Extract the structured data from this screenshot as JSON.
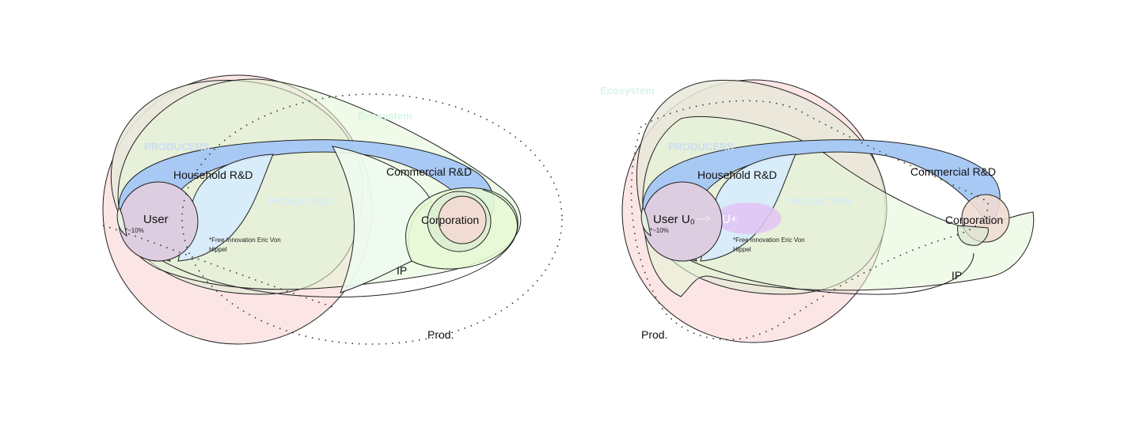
{
  "colors": {
    "producers_blue": "#a9c9f5",
    "household_lightblue": "#d7ebfb",
    "olive": "#e8e9d9",
    "pink": "#fbe1e1",
    "light_green": "#e8f8d8",
    "mint": "#eefbef",
    "corp": "#f0dcd2",
    "user_purple": "#dccde0",
    "uplus": "#e2c4f5"
  },
  "left": {
    "ecosystem": "Ecosystem",
    "producers": "PRODUCERS",
    "household_rd": "Household R&D",
    "commercial_rd": "Commercial R&D",
    "user": "User",
    "user_pct": "*~10%",
    "note_line1": "*Free Innovation Eric Von",
    "note_line2": "Hippel",
    "corporation": "Corporation",
    "ip": "IP",
    "prod": "Prod.",
    "faint_inner": "PRODUCTION"
  },
  "right": {
    "ecosystem": "Ecosystem",
    "producers": "PRODUCERS",
    "household_rd": "Household R&D",
    "commercial_rd": "Commercial R&D",
    "user": "User U₀",
    "arrow": "--->",
    "uplus": "U+",
    "user_pct": "*~10%",
    "note_line1": "*Free Innovation Eric Von",
    "note_line2": "Hippel",
    "corporation": "Corporation",
    "ip": "IP",
    "prod": "Prod.",
    "faint_inner": "PRODUCTION"
  }
}
